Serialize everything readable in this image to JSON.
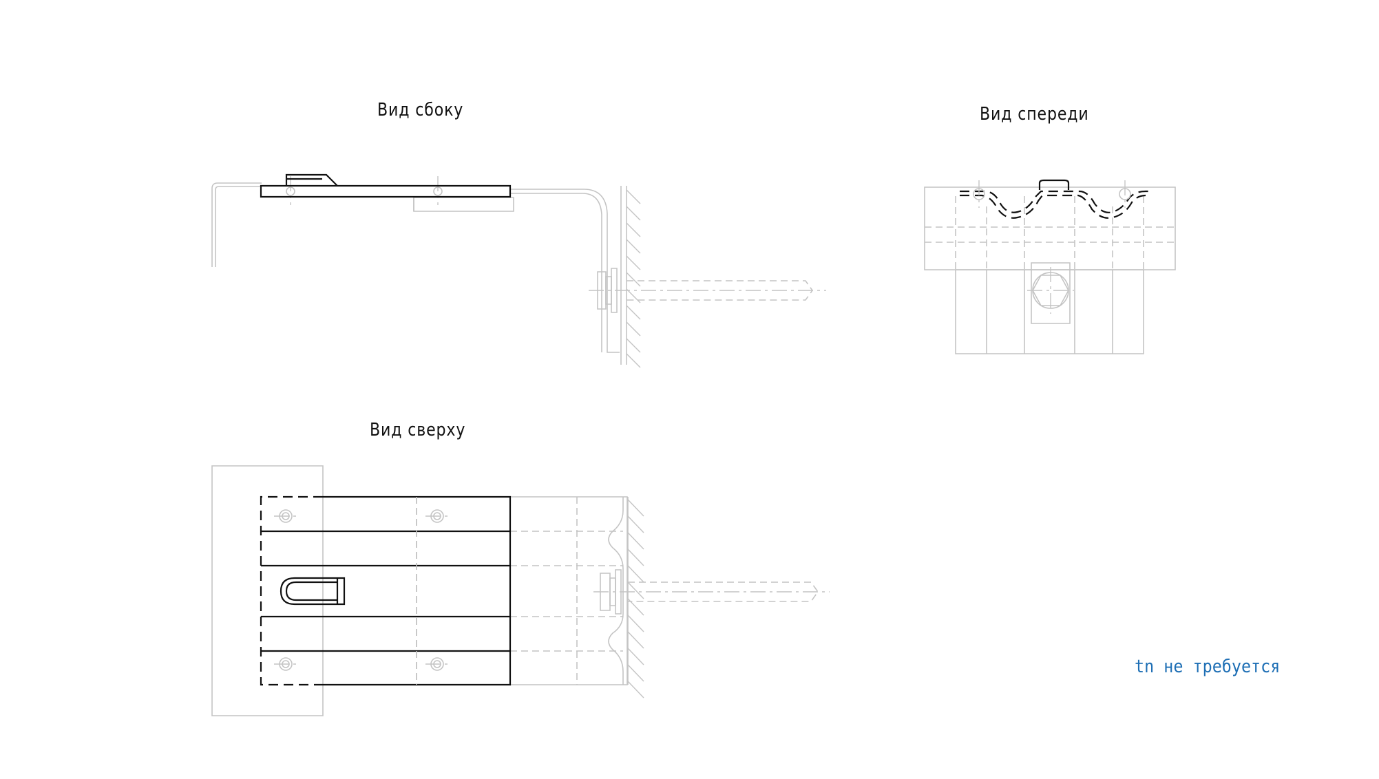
{
  "views": {
    "side_title": "Вид сбоку",
    "front_title": "Вид спереди",
    "top_title": "Вид сверху"
  },
  "note": {
    "text": "tn не требуется",
    "color": "#1e6fb5"
  },
  "colors": {
    "main_line": "#111111",
    "ghost_line": "#c4c4c4",
    "background": "#ffffff"
  }
}
